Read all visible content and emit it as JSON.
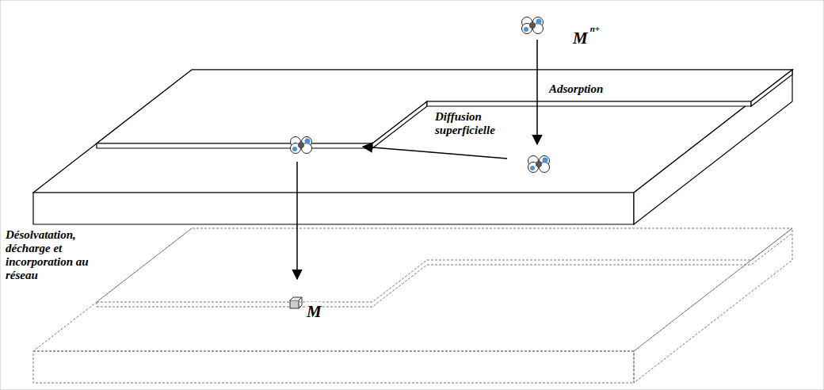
{
  "diagram": {
    "labels": [
      "M",
      "n+",
      "Adsorption",
      "Diffusion superficielle",
      "Désolvatation, décharge et incorporation au réseau",
      "M"
    ]
  }
}
